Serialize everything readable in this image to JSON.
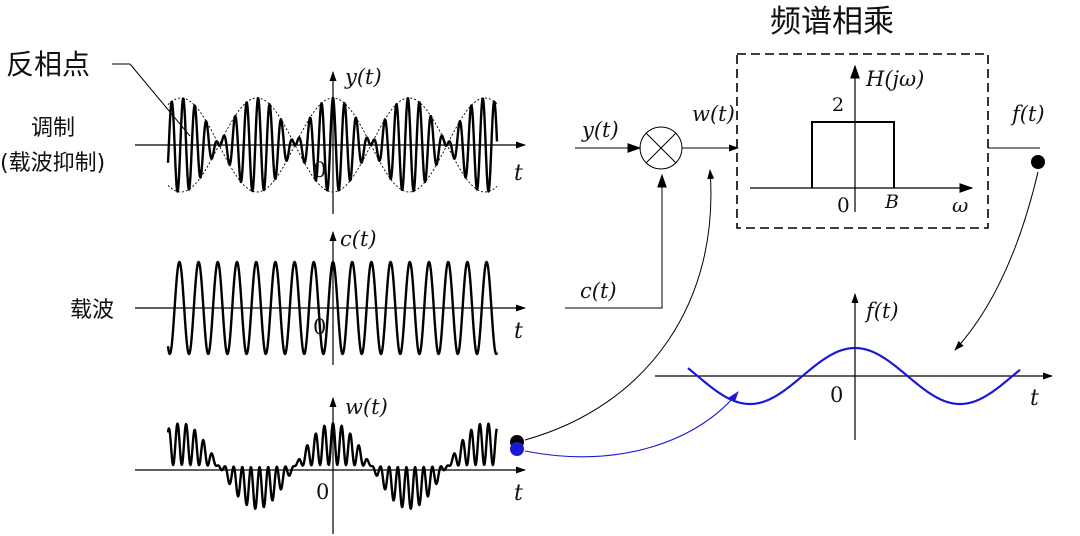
{
  "labels": {
    "title": "频谱相乘",
    "reverse_phase": "反相点",
    "modulation_line1": "调制",
    "modulation_line2": "(载波抑制)",
    "carrier": "载波"
  },
  "math": {
    "y_t": "y(t)",
    "c_t": "c(t)",
    "w_t": "w(t)",
    "f_t": "f(t)",
    "t": "t",
    "zero": "0",
    "H_jw": "H(jω)",
    "filter_gain": "2",
    "B": "B",
    "omega": "ω",
    "mult_in_y": "y(t)",
    "mult_in_c": "c(t)",
    "mult_out_w": "w(t)",
    "filter_out_f": "f(t)"
  },
  "colors": {
    "ink": "#000000",
    "signal_blue": "#1a1ad6"
  },
  "icons": {
    "multiplier": "circle-times-icon"
  }
}
